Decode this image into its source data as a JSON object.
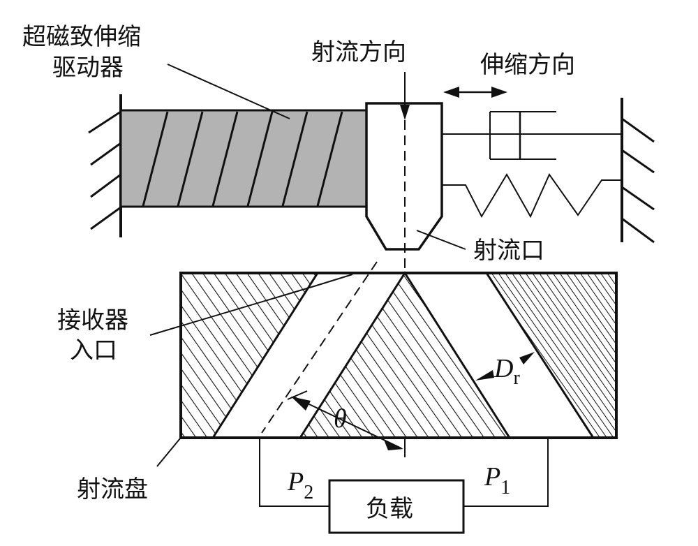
{
  "diagram": {
    "title": "Jet-pipe servo valve with giant-magnetostrictive actuator",
    "labels": {
      "actuator_line1": "超磁致伸缩",
      "actuator_line2": "驱动器",
      "jet_direction": "射流方向",
      "stretch_direction": "伸缩方向",
      "nozzle": "射流口",
      "receiver_line1": "接收器",
      "receiver_line2": "入口",
      "jet_disk": "射流盘",
      "load": "负载"
    },
    "symbols": {
      "dr_main": "D",
      "dr_sub": "r",
      "theta": "θ",
      "p2_main": "P",
      "p2_sub": "2",
      "p1_main": "P",
      "p1_sub": "1"
    },
    "colors": {
      "actuator_fill": "#b3b3b3",
      "line": "#111111",
      "background": "#ffffff"
    }
  }
}
